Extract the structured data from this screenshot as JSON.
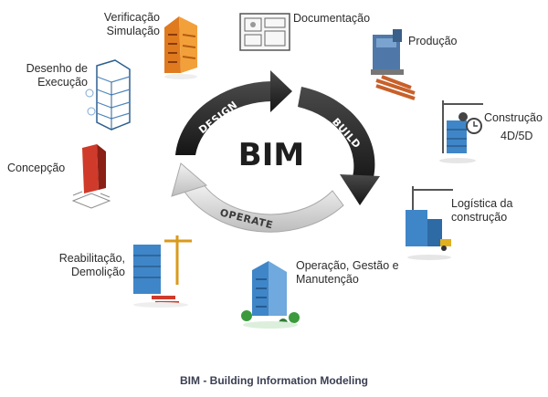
{
  "center": "BIM",
  "ring": {
    "design": "DESIGN",
    "build": "BUILD",
    "operate": "OPERATE"
  },
  "stages": {
    "verificacao": [
      "Verificação",
      "Simulação"
    ],
    "documentacao": "Documentação",
    "producao": "Produção",
    "construcao": [
      "Construção",
      "4D/5D"
    ],
    "logistica": [
      "Logística da",
      "construção"
    ],
    "operacao": [
      "Operação, Gestão e",
      "Manutenção"
    ],
    "reabilitacao": [
      "Reabilitação,",
      "Demolição"
    ],
    "concepcao": "Concepção",
    "desenho": [
      "Desenho de",
      "Execução"
    ]
  },
  "caption": "BIM - Building Information Modeling",
  "colors": {
    "ring_dark": "#2a2a2a",
    "ring_light": "#d9d9d9",
    "text": "#2b2b2b",
    "caption": "#3a3f52",
    "building_blue": "#3f86c8",
    "building_orange": "#e07a1f",
    "accent_red": "#d03a2a"
  },
  "icons": [
    "verification-building-icon",
    "documentation-plan-icon",
    "production-factory-icon",
    "construction-crane-icon",
    "logistics-crane-icon",
    "operation-building-icon",
    "rehabilitation-crane-icon",
    "conception-building-icon",
    "execution-drawing-icon"
  ]
}
